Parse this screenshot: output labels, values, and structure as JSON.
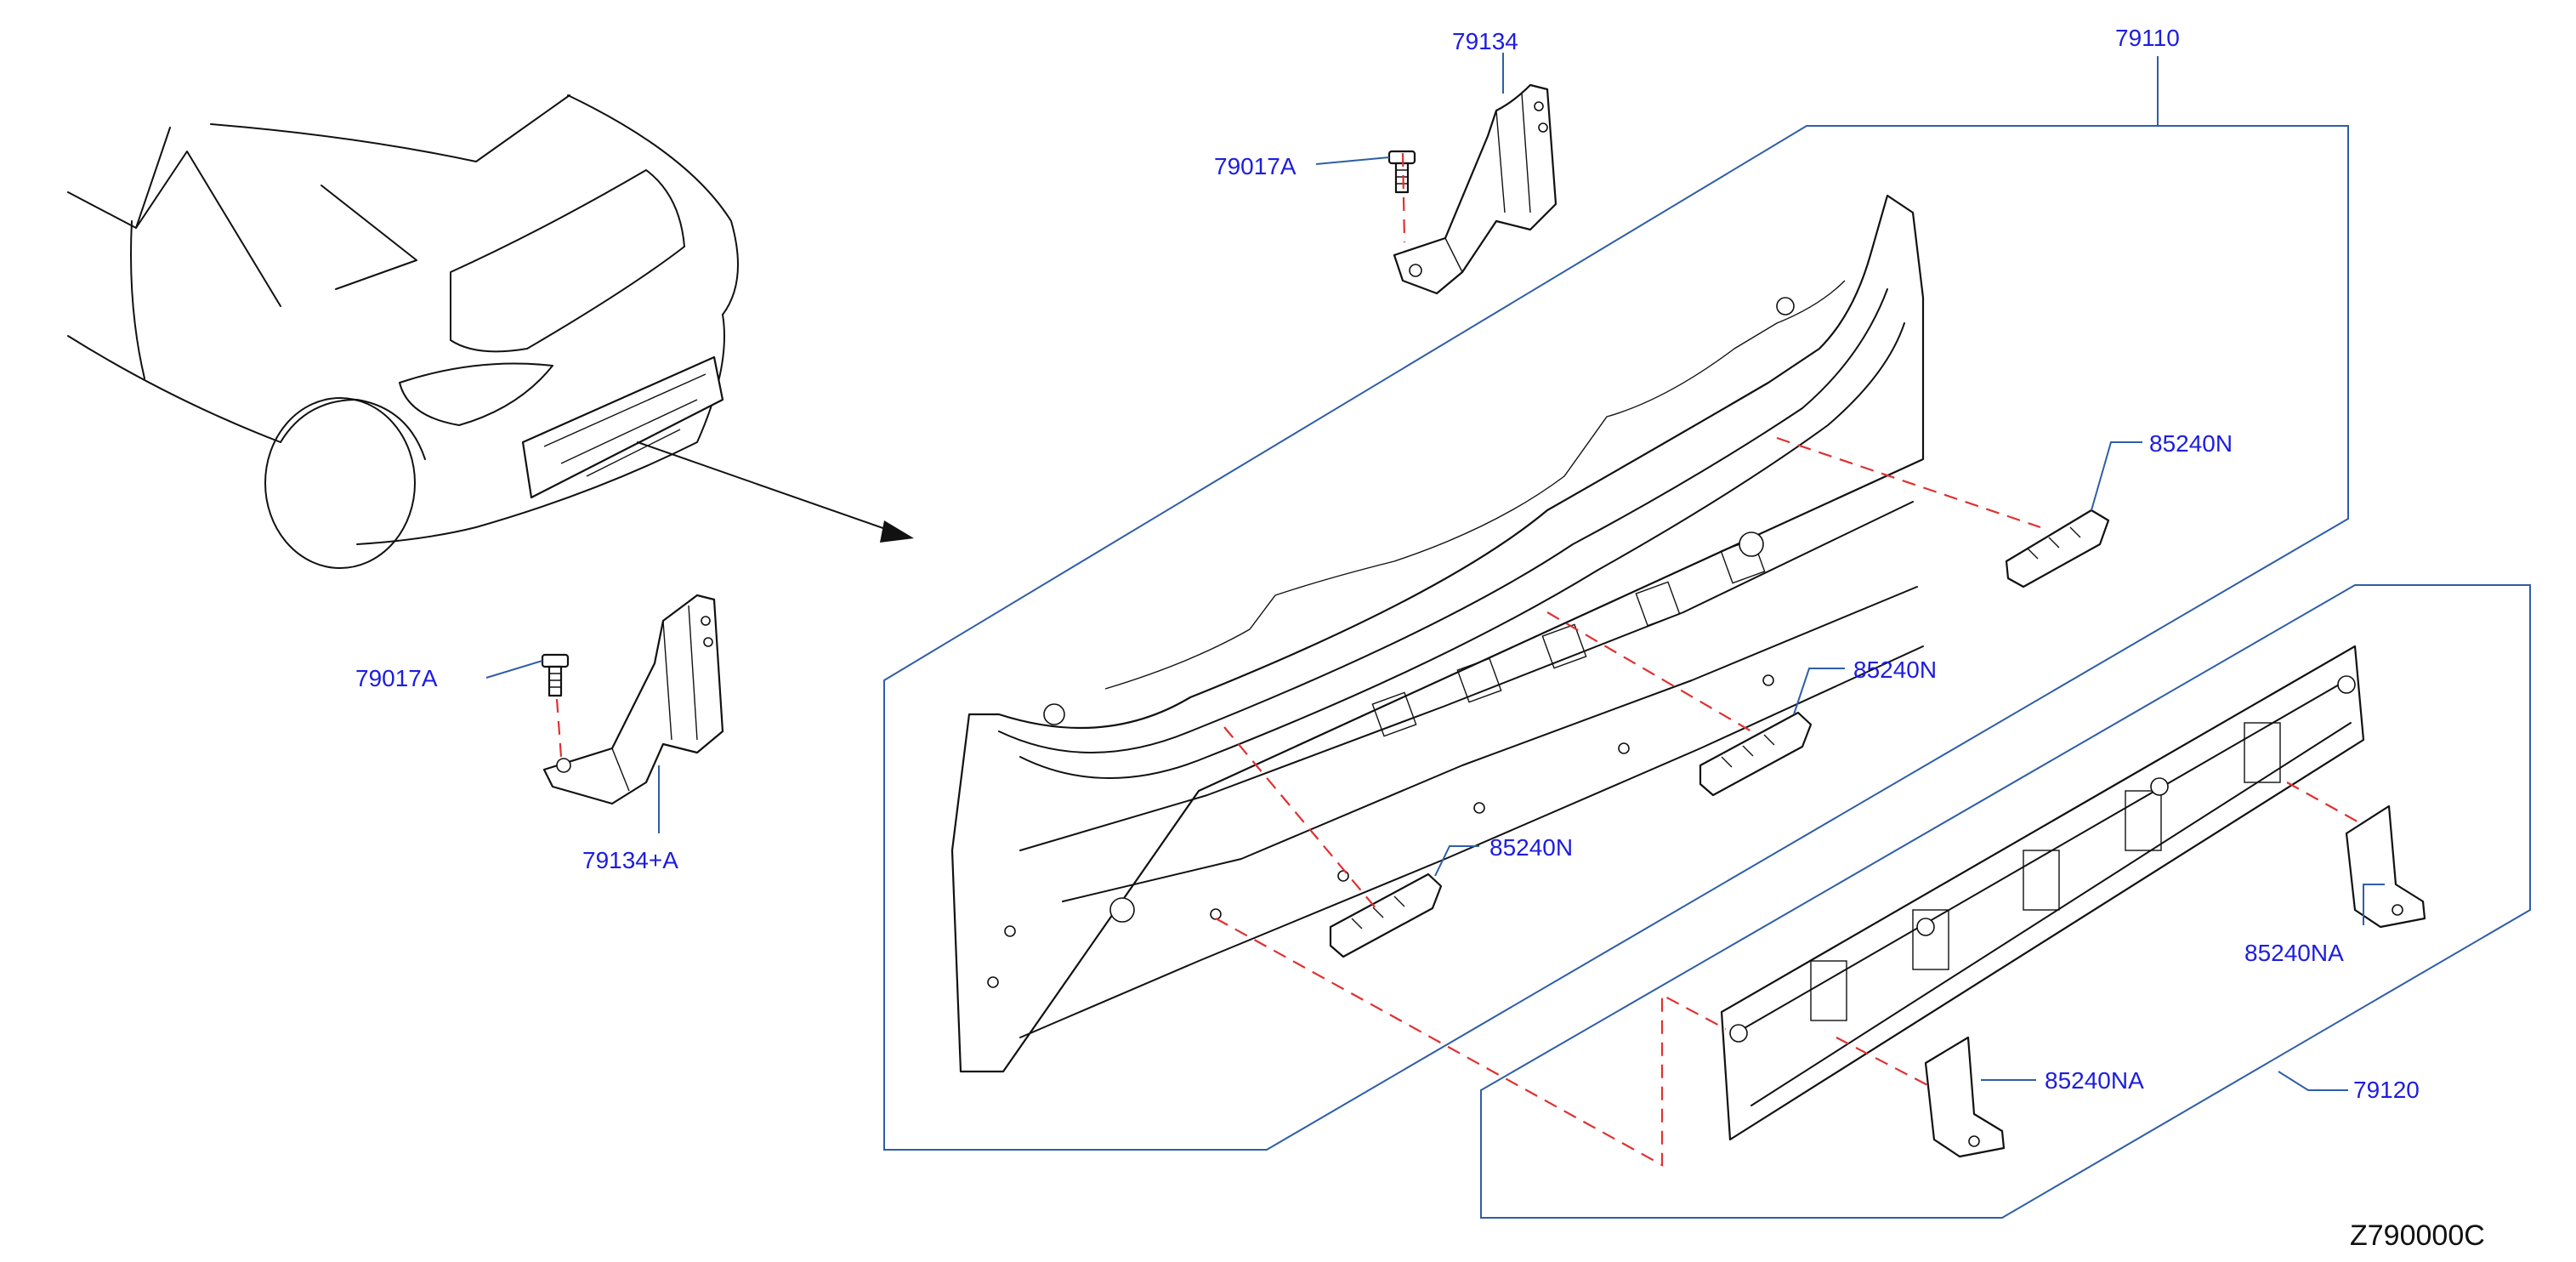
{
  "labels": {
    "p79134_top": "79134",
    "p79017a_top": "79017A",
    "p79110": "79110",
    "p79017a_left": "79017A",
    "p79134a": "79134+A",
    "p85240n_1": "85240N",
    "p85240n_2": "85240N",
    "p85240n_3": "85240N",
    "p85240na_1": "85240NA",
    "p85240na_2": "85240NA",
    "p79120": "79120"
  },
  "diagram_code": "Z790000C",
  "colors": {
    "label_text": "#1d1de0",
    "frame_line": "#2f5ea8",
    "dashed_alignment": "#e03030",
    "drawing_line": "#111111"
  }
}
